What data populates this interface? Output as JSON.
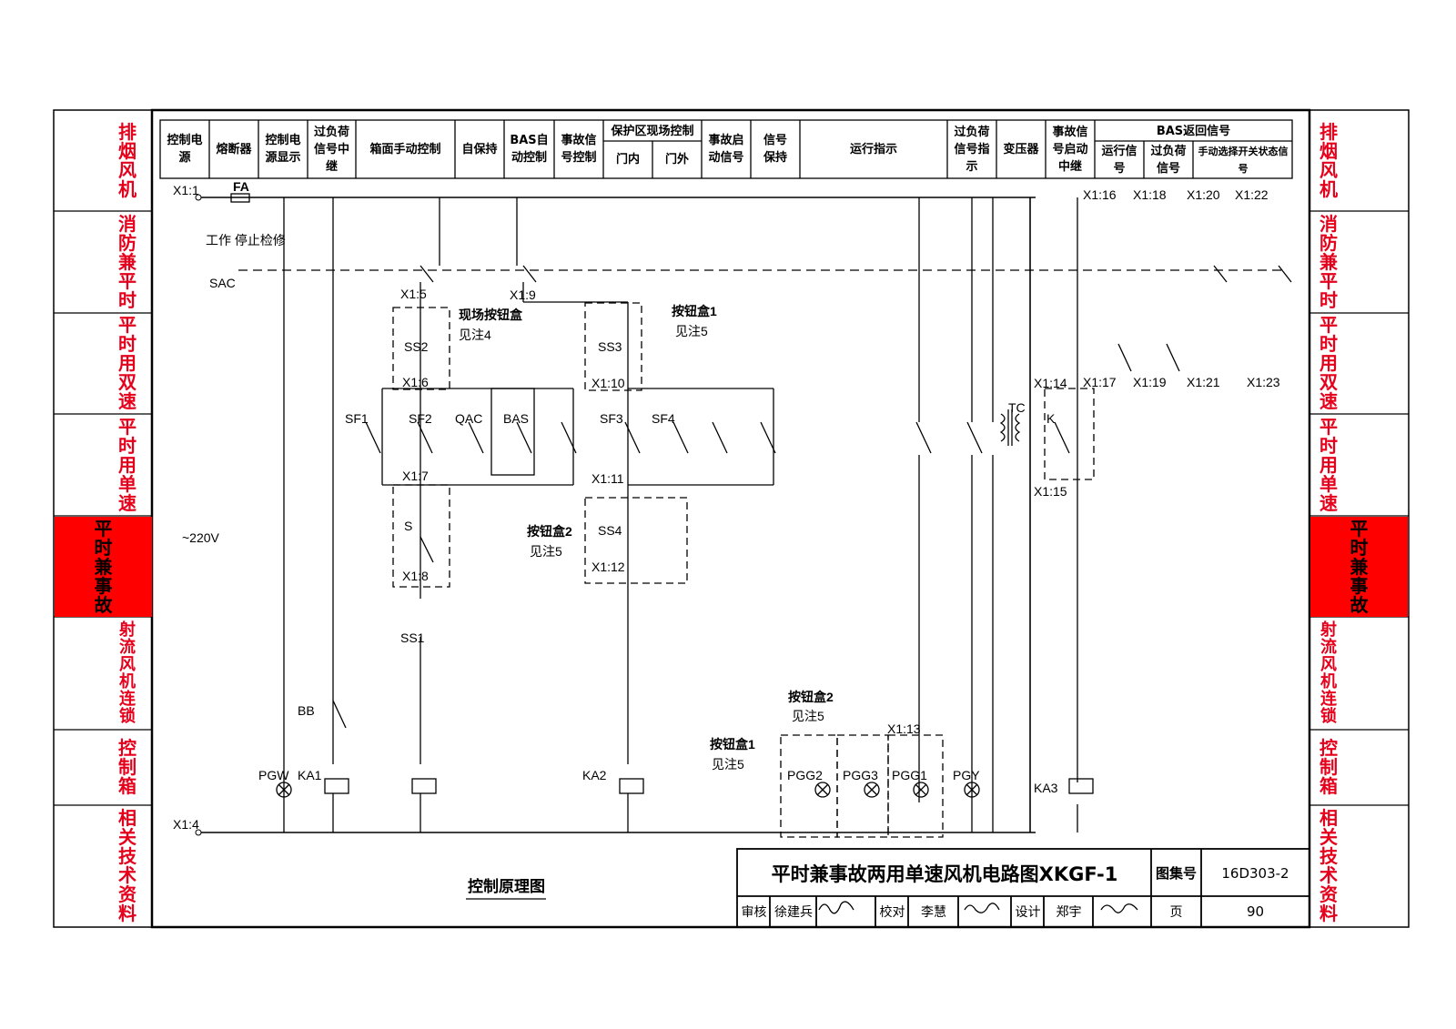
{
  "side_tabs": {
    "left": [
      "排烟风机",
      "消防兼平时",
      "平时用双速",
      "平时用单速",
      "平时兼事故",
      "射流风机连锁",
      "控制箱",
      "相关技术资料"
    ],
    "right": [
      "排烟风机",
      "消防兼平时",
      "平时用双速",
      "平时用单速",
      "平时兼事故",
      "射流风机连锁",
      "控制箱",
      "相关技术资料"
    ],
    "active_index": 4
  },
  "header": {
    "columns": [
      "控制电源",
      "熔断器",
      "控制电源显示",
      "过负荷信号中继",
      "箱面手动控制",
      "自保持",
      "BAS自动控制",
      "事故信号控制",
      "门内",
      "门外",
      "事故启动信号",
      "信号保持",
      "运行指示",
      "过负荷信号指示",
      "变压器",
      "事故信号启动中继",
      "运行信号",
      "过负荷信号",
      "手动选择开关状态信号"
    ],
    "group_protect": "保护区现场控制",
    "group_bas": "BAS返回信号"
  },
  "diagram": {
    "supply": "~220V",
    "switch_label": "SAC",
    "switch_positions": "工作 停止检修",
    "fuse": "FA",
    "terminals": [
      "X1:1",
      "X1:4",
      "X1:5",
      "X1:6",
      "X1:7",
      "X1:8",
      "X1:9",
      "X1:10",
      "X1:11",
      "X1:12",
      "X1:13",
      "X1:14",
      "X1:15",
      "X1:16",
      "X1:17",
      "X1:18",
      "X1:19",
      "X1:20",
      "X1:21",
      "X1:22",
      "X1:23"
    ],
    "devices": [
      "SS2",
      "SS3",
      "SS1",
      "SS4",
      "SF1",
      "SF2",
      "SF3",
      "SF4",
      "QAC",
      "BAS",
      "KA1",
      "KA2",
      "KA3",
      "BB",
      "S",
      "TC",
      "K",
      "PGW",
      "PGG1",
      "PGG2",
      "PGG3",
      "PGY"
    ],
    "notes": {
      "box_site": "现场按钮盒",
      "box1": "按钮盒1",
      "box2": "按钮盒2",
      "note4": "见注4",
      "note5": "见注5"
    },
    "caption": "控制原理图"
  },
  "title_block": {
    "title": "平时兼事故两用单速风机电路图XKGF-1",
    "atlas_label": "图集号",
    "atlas_no": "16D303-2",
    "review_label": "审核",
    "reviewer": "徐建兵",
    "check_label": "校对",
    "checker": "李慧",
    "design_label": "设计",
    "designer": "郑宇",
    "page_label": "页",
    "page_no": "90"
  }
}
